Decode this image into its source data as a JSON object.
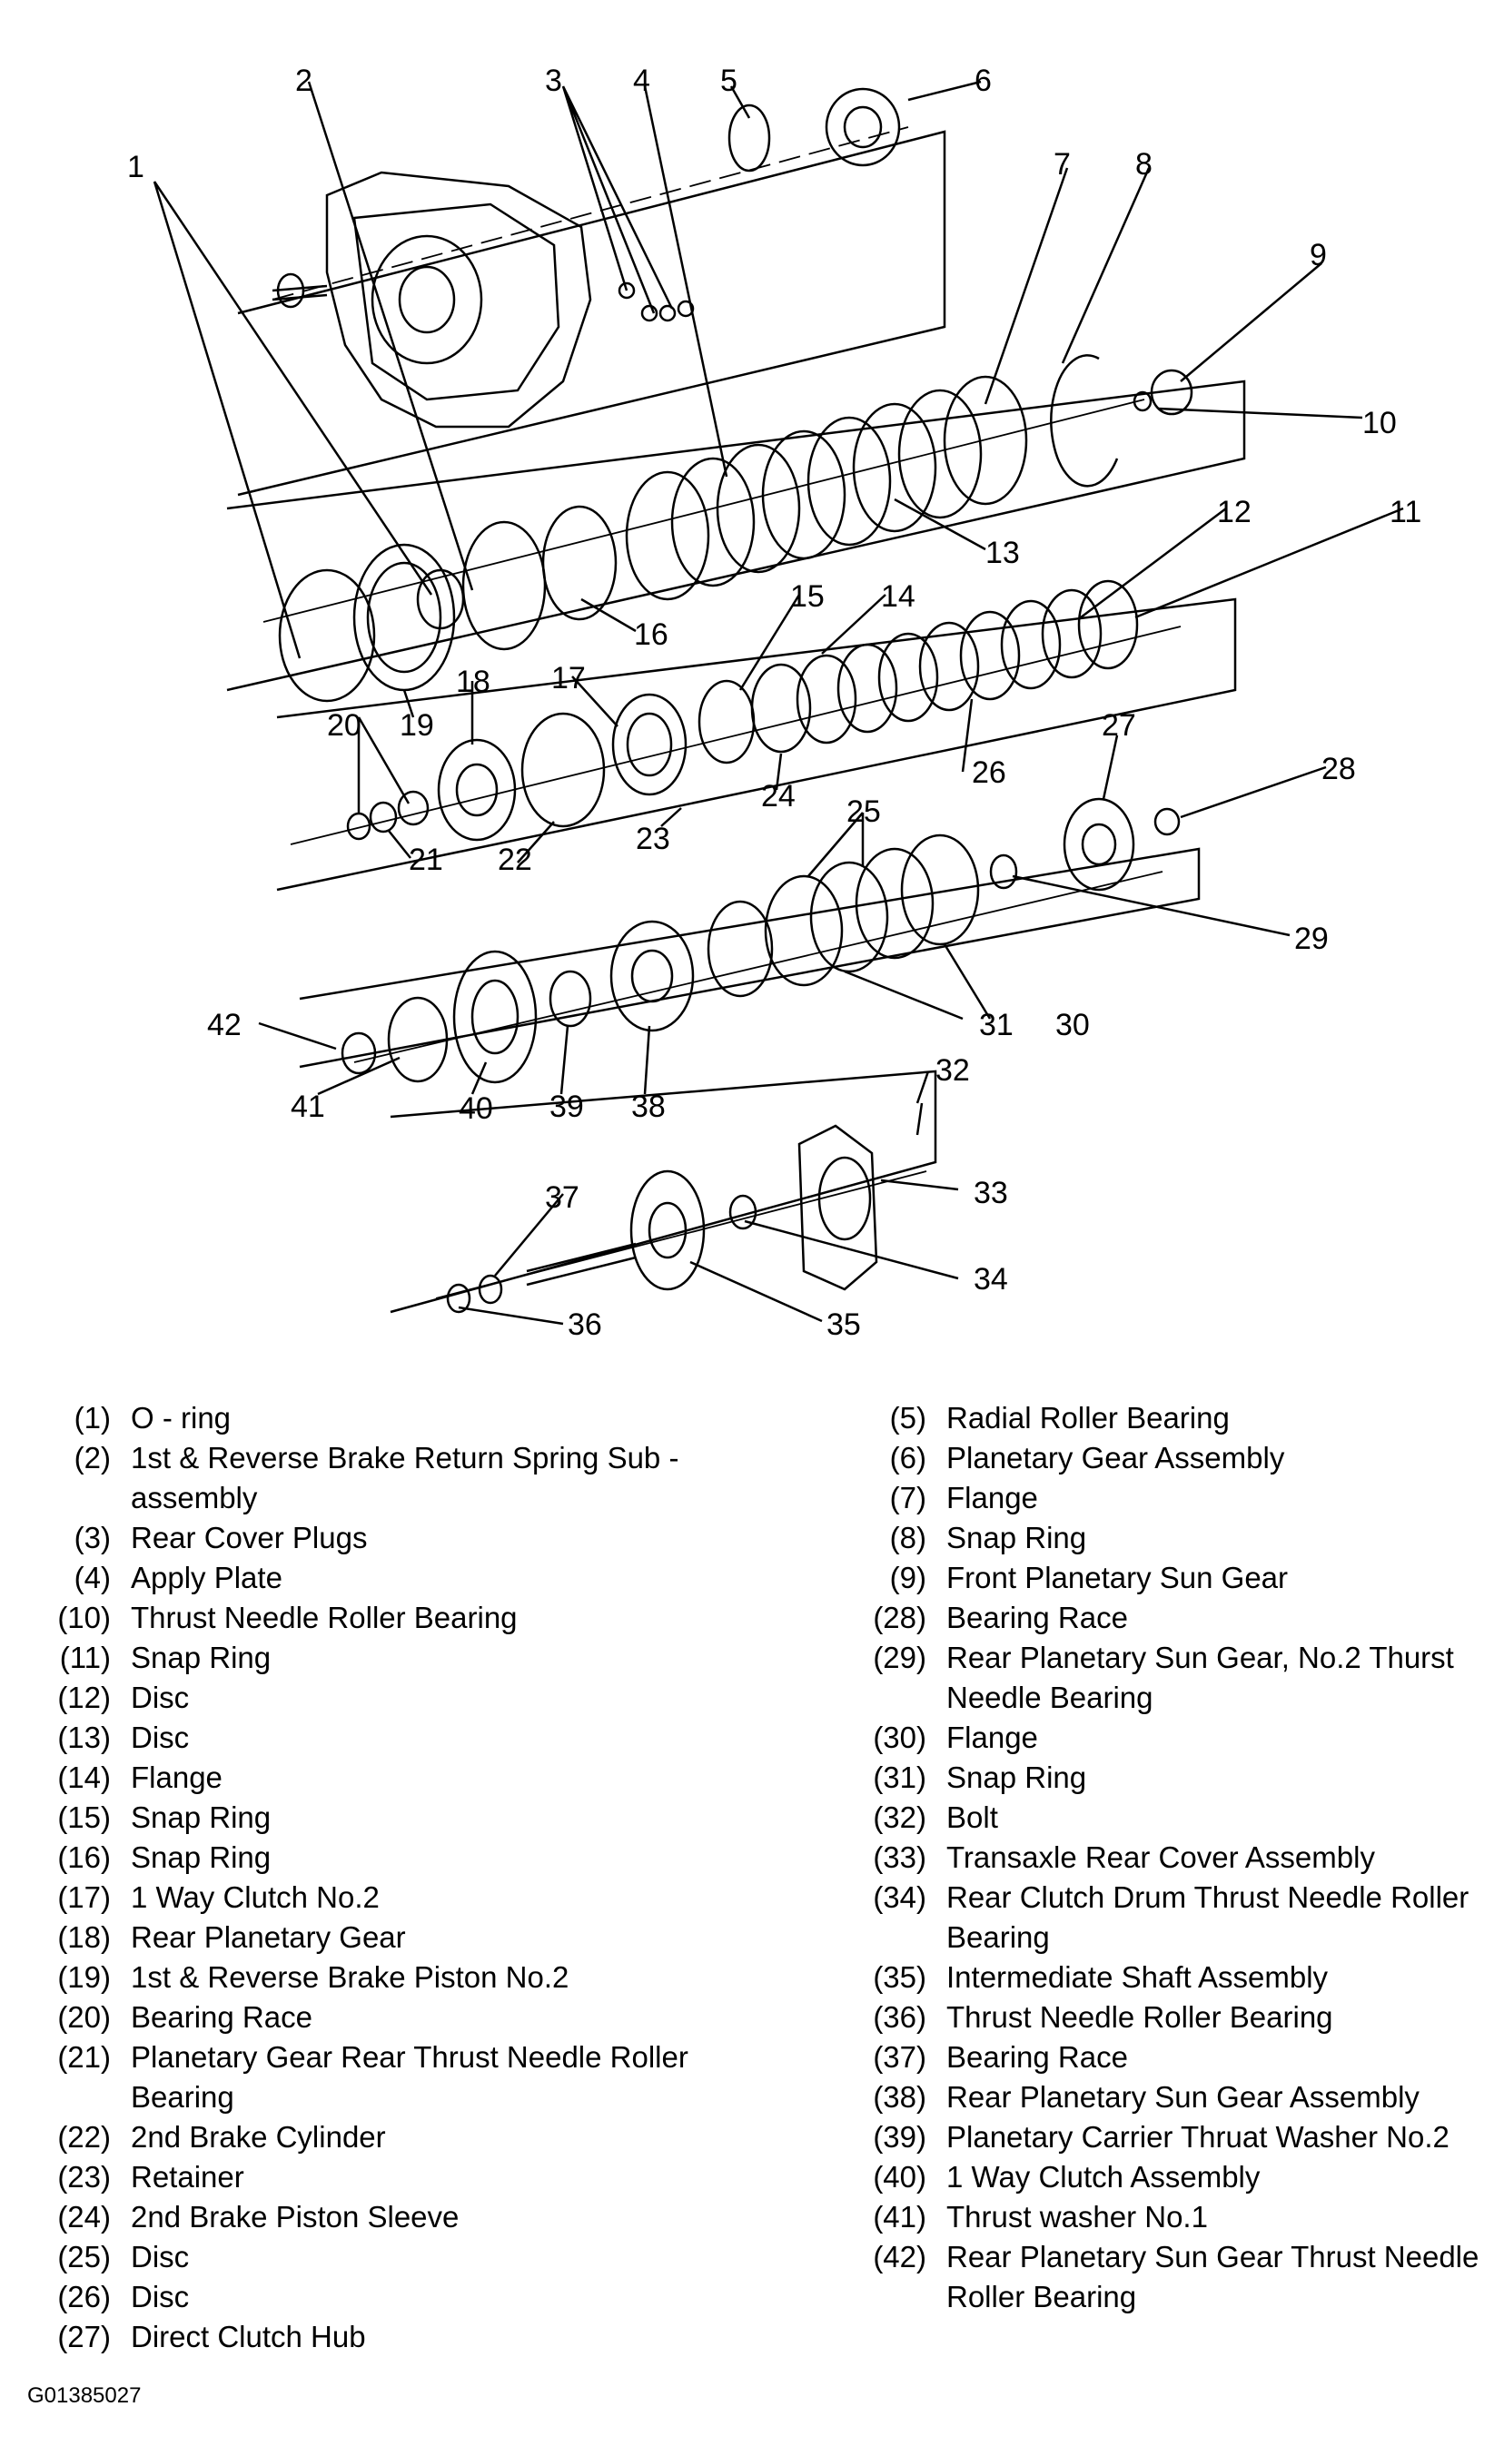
{
  "diagram": {
    "callouts": [
      "1",
      "2",
      "3",
      "4",
      "5",
      "6",
      "7",
      "8",
      "9",
      "10",
      "11",
      "12",
      "13",
      "14",
      "15",
      "16",
      "17",
      "18",
      "19",
      "20",
      "21",
      "22",
      "23",
      "24",
      "25",
      "26",
      "27",
      "28",
      "29",
      "30",
      "31",
      "32",
      "33",
      "34",
      "35",
      "36",
      "37",
      "38",
      "39",
      "40",
      "41",
      "42"
    ]
  },
  "legend_left": [
    {
      "num": "(1)",
      "desc": "O - ring"
    },
    {
      "num": "(2)",
      "desc": "1st & Reverse Brake Return Spring Sub - assembly"
    },
    {
      "num": "(3)",
      "desc": "Rear Cover Plugs"
    },
    {
      "num": "(4)",
      "desc": "Apply Plate"
    },
    {
      "num": "(10)",
      "desc": "Thrust Needle Roller Bearing"
    },
    {
      "num": "(11)",
      "desc": "Snap Ring"
    },
    {
      "num": "(12)",
      "desc": "Disc"
    },
    {
      "num": "(13)",
      "desc": "Disc"
    },
    {
      "num": "(14)",
      "desc": "Flange"
    },
    {
      "num": "(15)",
      "desc": "Snap Ring"
    },
    {
      "num": "(16)",
      "desc": "Snap Ring"
    },
    {
      "num": "(17)",
      "desc": "1 Way Clutch No.2"
    },
    {
      "num": "(18)",
      "desc": "Rear Planetary Gear"
    },
    {
      "num": "(19)",
      "desc": "1st & Reverse Brake Piston No.2"
    },
    {
      "num": "(20)",
      "desc": "Bearing Race"
    },
    {
      "num": "(21)",
      "desc": "Planetary Gear Rear Thrust Needle Roller Bearing"
    },
    {
      "num": "(22)",
      "desc": "2nd Brake Cylinder"
    },
    {
      "num": "(23)",
      "desc": "Retainer"
    },
    {
      "num": "(24)",
      "desc": "2nd Brake Piston Sleeve"
    },
    {
      "num": "(25)",
      "desc": "Disc"
    },
    {
      "num": "(26)",
      "desc": "Disc"
    },
    {
      "num": "(27)",
      "desc": "Direct Clutch Hub"
    }
  ],
  "legend_right": [
    {
      "num": "(5)",
      "desc": "Radial Roller Bearing"
    },
    {
      "num": "(6)",
      "desc": "Planetary Gear Assembly"
    },
    {
      "num": "(7)",
      "desc": "Flange"
    },
    {
      "num": "(8)",
      "desc": "Snap Ring"
    },
    {
      "num": "(9)",
      "desc": "Front Planetary Sun Gear"
    },
    {
      "num": "(28)",
      "desc": "Bearing Race"
    },
    {
      "num": "(29)",
      "desc": "Rear Planetary Sun Gear, No.2 Thurst Needle Bearing"
    },
    {
      "num": "(30)",
      "desc": "Flange"
    },
    {
      "num": "(31)",
      "desc": "Snap Ring"
    },
    {
      "num": "(32)",
      "desc": "Bolt"
    },
    {
      "num": "(33)",
      "desc": "Transaxle Rear Cover Assembly"
    },
    {
      "num": "(34)",
      "desc": "Rear Clutch Drum Thrust Needle Roller Bearing"
    },
    {
      "num": "(35)",
      "desc": "Intermediate Shaft Assembly"
    },
    {
      "num": "(36)",
      "desc": "Thrust Needle Roller Bearing"
    },
    {
      "num": "(37)",
      "desc": "Bearing Race"
    },
    {
      "num": "(38)",
      "desc": "Rear Planetary Sun Gear Assembly"
    },
    {
      "num": "(39)",
      "desc": "Planetary Carrier Thruat Washer No.2"
    },
    {
      "num": "(40)",
      "desc": "1 Way Clutch Assembly"
    },
    {
      "num": "(41)",
      "desc": "Thrust washer No.1"
    },
    {
      "num": "(42)",
      "desc": "Rear Planetary Sun Gear Thrust Needle Roller Bearing"
    }
  ],
  "figure_code": "G01385027"
}
